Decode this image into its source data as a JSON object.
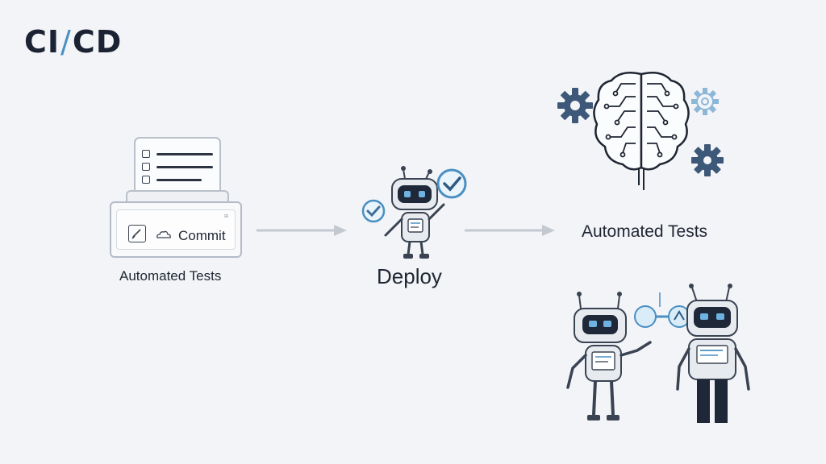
{
  "header": {
    "title_left": "CI",
    "title_slash": "/",
    "title_right": "CD"
  },
  "commit": {
    "label": "Commit",
    "badge": "⊞"
  },
  "labels": {
    "automated_tests_left": "Automated Tests",
    "deploy": "Deploy",
    "automated_tests_right": "Automated Tests"
  },
  "icons": {
    "title": "ci-cd-title",
    "commit": "commit-icon",
    "robot_deploy": "robot-icon",
    "check": "check-icon",
    "brain": "brain-circuit-icon",
    "gear": "gear-icon",
    "robots_pair": "robots-icon"
  },
  "colors": {
    "background": "#f3f4f7",
    "accent_blue": "#4a8fc2",
    "gear_dark": "#3d5878",
    "gear_light": "#8db7d8",
    "ink": "#1f2633",
    "arrow": "#c4c9d1"
  }
}
